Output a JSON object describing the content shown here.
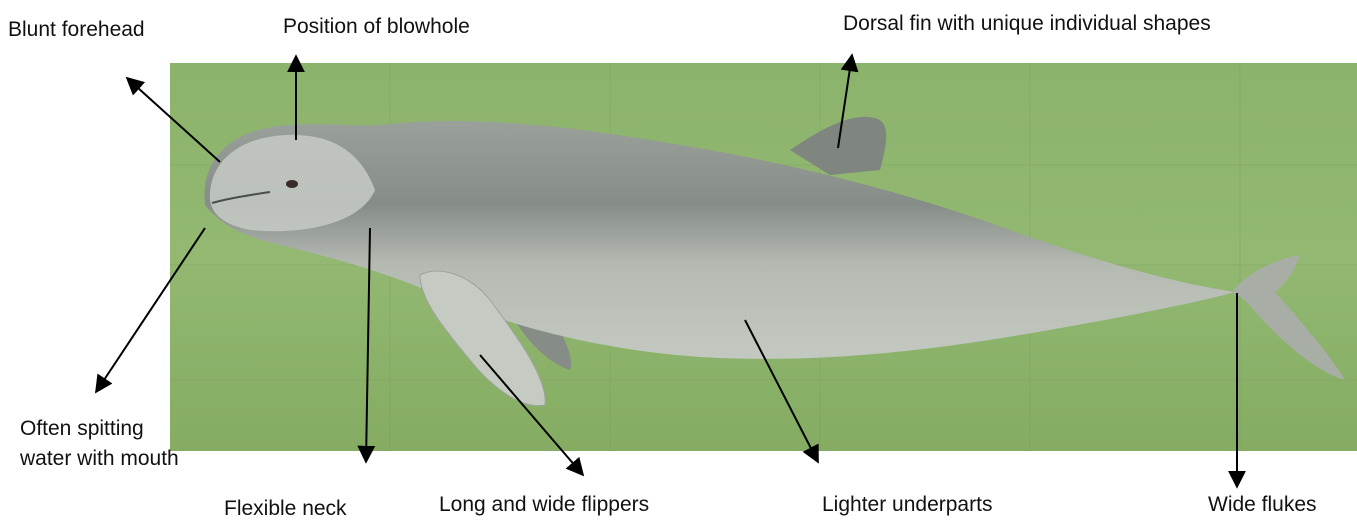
{
  "labels": {
    "blunt_forehead": "Blunt forehead",
    "blowhole": "Position of blowhole",
    "dorsal_fin": "Dorsal fin with unique individual shapes",
    "spitting": "Often spitting water with mouth",
    "flexible_neck": "Flexible neck",
    "flippers": "Long and wide flippers",
    "underparts": "Lighter underparts",
    "flukes": "Wide flukes"
  },
  "colors": {
    "water": "#8fb46c",
    "water_dark": "#7ea45d",
    "body": "#b9bfb6",
    "body_dark": "#8f9590",
    "arrow": "#000000"
  }
}
